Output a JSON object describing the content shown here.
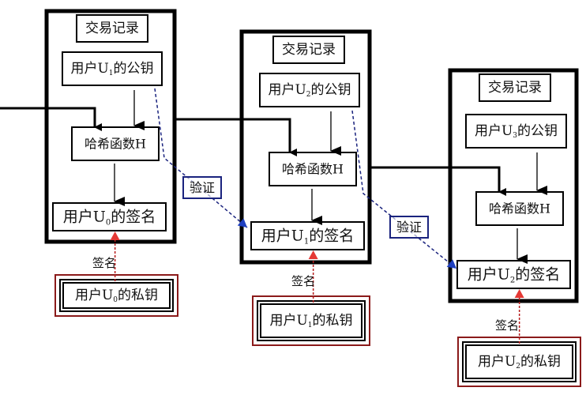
{
  "diagram": {
    "title": "Bitcoin transaction chain — digital signature flow",
    "colors": {
      "block_border": "#000000",
      "verify_line": "#1a237e",
      "verify_box": "#1a237e",
      "sign_line": "#b71c1c",
      "sign_arrowhead": "#e53935",
      "private_key_outer": "#8b1a1a"
    },
    "blocks": [
      {
        "id": "block-0",
        "title": "交易记录",
        "public_key": {
          "prefix": "用户U",
          "sub": "1",
          "suffix": "的公钥"
        },
        "hash": "哈希函数H",
        "signature": {
          "prefix": "用户U",
          "sub": "0",
          "suffix": "的签名"
        },
        "private_key": {
          "prefix": "用户U",
          "sub": "0",
          "suffix": "的私钥"
        },
        "sign_label": "签名"
      },
      {
        "id": "block-1",
        "title": "交易记录",
        "public_key": {
          "prefix": "用户U",
          "sub": "2",
          "suffix": "的公钥"
        },
        "hash": "哈希函数H",
        "signature": {
          "prefix": "用户U",
          "sub": "1",
          "suffix": "的签名"
        },
        "private_key": {
          "prefix": "用户U",
          "sub": "1",
          "suffix": "的私钥"
        },
        "sign_label": "签名"
      },
      {
        "id": "block-2",
        "title": "交易记录",
        "public_key": {
          "prefix": "用户U",
          "sub": "3",
          "suffix": "的公钥"
        },
        "hash": "哈希函数H",
        "signature": {
          "prefix": "用户U",
          "sub": "2",
          "suffix": "的签名"
        },
        "private_key": {
          "prefix": "用户U",
          "sub": "2",
          "suffix": "的私钥"
        },
        "sign_label": "签名"
      }
    ],
    "verify_labels": [
      "验证",
      "验证"
    ]
  }
}
